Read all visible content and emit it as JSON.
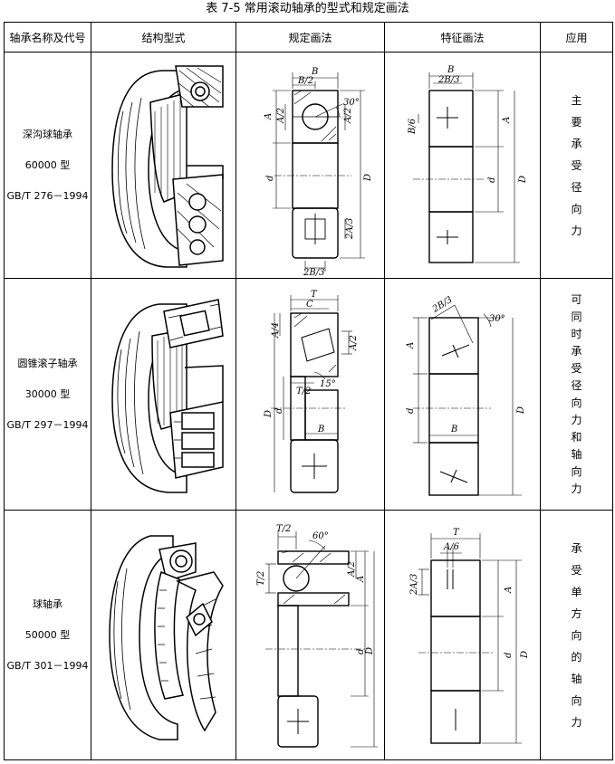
{
  "caption": "表 7-5 常用滚动轴承的型式和规定画法",
  "headers": {
    "name": "轴承名称及代号",
    "structure": "结构型式",
    "regular": "规定画法",
    "feature": "特征画法",
    "application": "应用"
  },
  "rows": [
    {
      "name": "深沟球轴承",
      "code": "60000 型",
      "standard": "GB/T 276－1994",
      "application": [
        "主",
        "要",
        "承",
        "受",
        "径",
        "向",
        "力"
      ],
      "regular_labels": {
        "B": "B",
        "B2": "B/2",
        "A2a": "A/2",
        "A2b": "A/2",
        "A": "A",
        "ang": "30°",
        "d": "d",
        "D": "D",
        "A23": "2A/3",
        "B23": "2B/3"
      },
      "feature_labels": {
        "B": "B",
        "B23": "2B/3",
        "B6": "B/6",
        "A": "A",
        "d": "d",
        "D": "D"
      }
    },
    {
      "name": "圆锥滚子轴承",
      "code": "30000 型",
      "standard": "GB/T 297－1994",
      "application": [
        "可",
        "同",
        "时",
        "承",
        "受",
        "径",
        "向",
        "力",
        "和",
        "轴",
        "向",
        "力"
      ],
      "regular_labels": {
        "T": "T",
        "C": "C",
        "A4": "A/4",
        "A2": "A/2",
        "T2": "T/2",
        "ang": "15°",
        "D": "D",
        "d": "d",
        "B": "B"
      },
      "feature_labels": {
        "B23": "2B/3",
        "ang": "30°",
        "A": "A",
        "d": "d",
        "B": "B",
        "D": "D"
      }
    },
    {
      "name": "球轴承",
      "code": "50000 型",
      "standard": "GB/T 301－1994",
      "application": [
        "承",
        "受",
        "单",
        "方",
        "向",
        "的",
        "轴",
        "向",
        "力"
      ],
      "regular_labels": {
        "T2": "T/2",
        "ang": "60°",
        "T2b": "T/2",
        "A2": "A/2",
        "A": "A",
        "d": "d",
        "D": "D"
      },
      "feature_labels": {
        "T": "T",
        "A6": "A/6",
        "A23": "2A/3",
        "A": "A",
        "d": "d",
        "D": "D"
      }
    }
  ]
}
